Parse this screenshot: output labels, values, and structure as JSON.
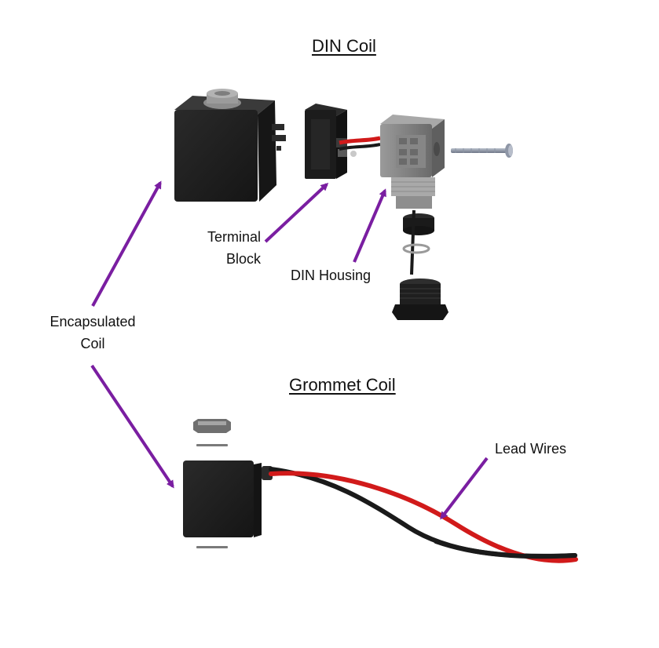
{
  "titles": {
    "din_coil": "DIN Coil",
    "grommet_coil": "Grommet Coil"
  },
  "labels": {
    "terminal_block": [
      "Terminal",
      "Block"
    ],
    "din_housing": "DIN Housing",
    "encapsulated_coil": [
      "Encapsulated",
      "Coil"
    ],
    "lead_wires": "Lead Wires"
  },
  "colors": {
    "arrow": "#7a1ea1",
    "wire_red": "#d11a1a",
    "wire_black": "#1a1a1a",
    "coil_body": "#1f1f1f",
    "housing_gray": "#7d7d7d"
  }
}
